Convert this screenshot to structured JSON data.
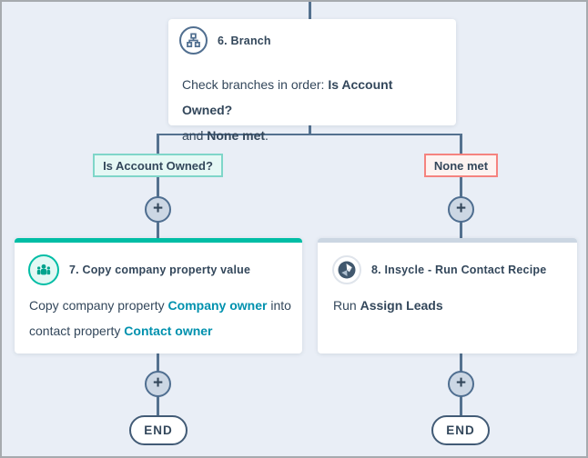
{
  "colors": {
    "background": "#e9eef6",
    "connector_line": "#54718f",
    "text": "#33475b",
    "link": "#0091ae",
    "accent_teal": "#00bda5",
    "card8_topbar": "#cbd6e2",
    "branch_yes_border": "#7fd6c9",
    "branch_yes_bg": "#e5f8f5",
    "branch_none_border": "#f5837f",
    "branch_none_bg": "#fdf3f1",
    "plus_fill": "#ccd7e4"
  },
  "icons": {
    "plus_glyph": "+",
    "branch_icon": "branch-icon",
    "contacts_icon": "contacts-icon",
    "insycle_icon": "insycle-icon"
  },
  "branch_node": {
    "title": "6. Branch",
    "description": {
      "line1": {
        "part1": "Check branches in order: ",
        "bold1": "Is Account Owned?"
      },
      "line2": {
        "part1": "and ",
        "bold1": "None met",
        "part2": "."
      }
    }
  },
  "branch_labels": {
    "left": "Is Account Owned?",
    "right": "None met"
  },
  "action_left": {
    "title": "7. Copy company property value",
    "body": {
      "line1": {
        "part1": "Copy company property ",
        "link1": "Company owner",
        "part2": " into"
      },
      "line2": {
        "part1": "contact property ",
        "link1": "Contact owner"
      }
    }
  },
  "action_right": {
    "title": "8. Insycle - Run Contact Recipe",
    "body": {
      "part1": "Run ",
      "bold1": "Assign Leads"
    }
  },
  "end_label": "END"
}
